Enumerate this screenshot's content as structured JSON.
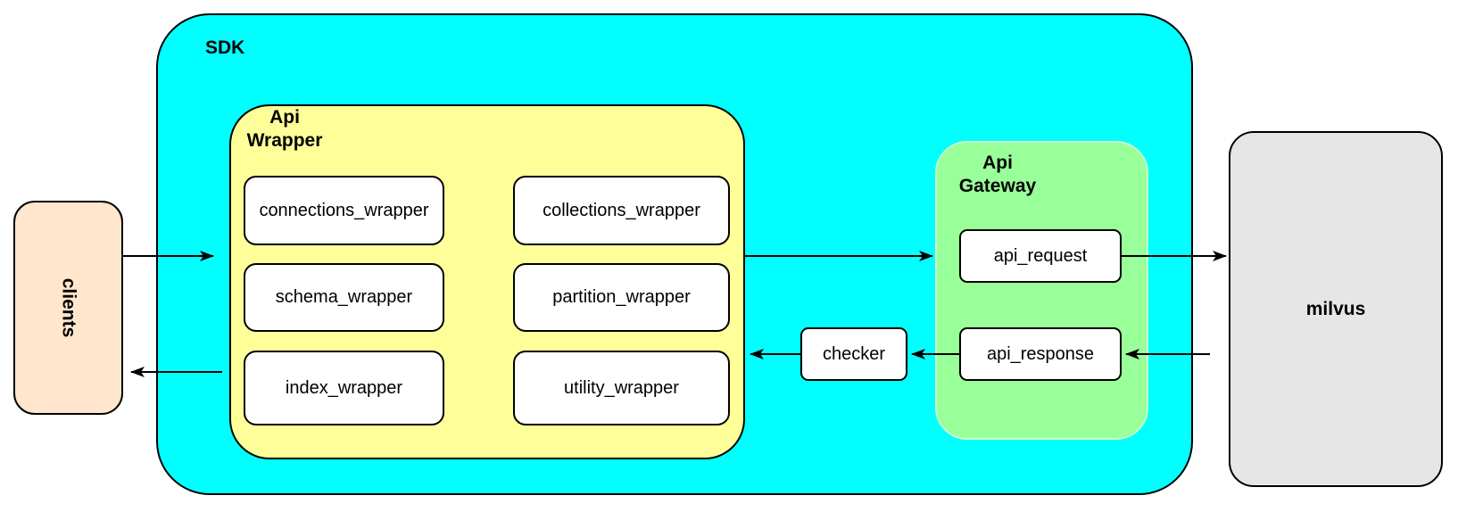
{
  "colors": {
    "sdk_fill": "#00ffff",
    "api_wrapper_fill": "#ffff99",
    "api_gateway_fill": "#99ff99",
    "clients_fill": "#ffe6cc",
    "milvus_fill": "#e6e6e6",
    "node_fill": "#ffffff",
    "border": "#000000"
  },
  "nodes": {
    "clients": {
      "label": "clients"
    },
    "sdk": {
      "label": "SDK"
    },
    "api_wrapper": {
      "title_line1": "Api",
      "title_line2": "Wrapper",
      "children": [
        {
          "label": "connections_wrapper"
        },
        {
          "label": "collections_wrapper"
        },
        {
          "label": "schema_wrapper"
        },
        {
          "label": "partition_wrapper"
        },
        {
          "label": "index_wrapper"
        },
        {
          "label": "utility_wrapper"
        }
      ]
    },
    "checker": {
      "label": "checker"
    },
    "api_gateway": {
      "title_line1": "Api",
      "title_line2": "Gateway",
      "children": [
        {
          "label": "api_request"
        },
        {
          "label": "api_response"
        }
      ]
    },
    "milvus": {
      "label": "milvus"
    }
  },
  "edges": [
    {
      "from": "clients",
      "to": "api_wrapper",
      "description": "request into SDK"
    },
    {
      "from": "api_wrapper",
      "to": "clients",
      "description": "response to clients"
    },
    {
      "from": "api_wrapper",
      "to": "api_gateway",
      "description": "request to gateway"
    },
    {
      "from": "api_request",
      "to": "milvus",
      "description": "request to milvus"
    },
    {
      "from": "milvus",
      "to": "api_response",
      "description": "response from milvus"
    },
    {
      "from": "api_response",
      "to": "checker",
      "description": "response to checker"
    },
    {
      "from": "checker",
      "to": "api_wrapper",
      "description": "checked response to wrapper"
    }
  ]
}
